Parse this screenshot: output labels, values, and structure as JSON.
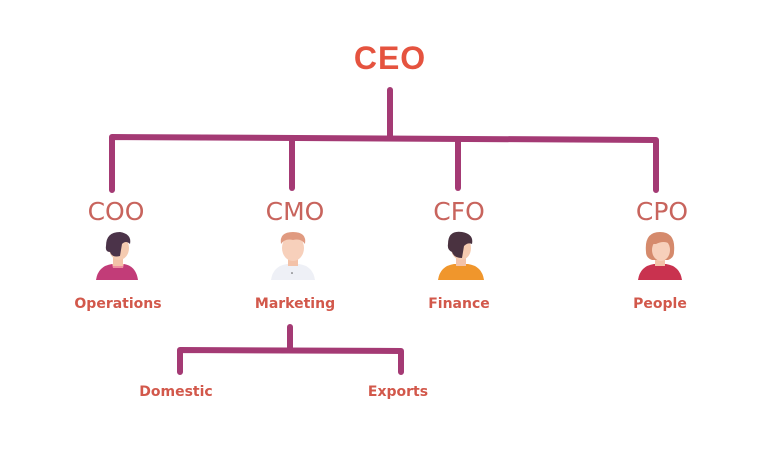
{
  "chart": {
    "top": {
      "title": "CEO"
    },
    "executives": [
      {
        "role": "COO",
        "department": "Operations",
        "avatar": "person-dark-hair-pink-shirt-icon"
      },
      {
        "role": "CMO",
        "department": "Marketing",
        "avatar": "person-ginger-hair-white-shirt-icon"
      },
      {
        "role": "CFO",
        "department": "Finance",
        "avatar": "person-dark-hair-orange-shirt-icon"
      },
      {
        "role": "CPO",
        "department": "People",
        "avatar": "person-auburn-hair-red-shirt-icon"
      }
    ],
    "sub_departments": {
      "parent": "Marketing",
      "items": [
        {
          "label": "Domestic"
        },
        {
          "label": "Exports"
        }
      ]
    }
  },
  "colors": {
    "line": "#a43a74",
    "title": "#e5533f",
    "role": "#c8645d",
    "department": "#d2584b"
  }
}
